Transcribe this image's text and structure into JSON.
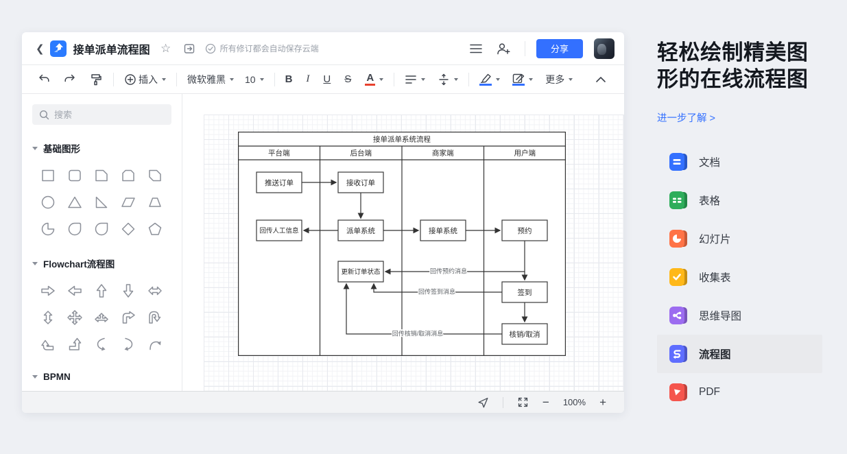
{
  "header": {
    "title": "接单派单流程图",
    "autosave_text": "所有修订都会自动保存云端",
    "share_label": "分享"
  },
  "toolbar": {
    "insert_label": "插入",
    "font_name": "微软雅黑",
    "font_size": "10",
    "bold": "B",
    "italic": "I",
    "underline": "U",
    "strike": "S",
    "font_color_letter": "A",
    "more_label": "更多"
  },
  "sidebar": {
    "search_placeholder": "搜索",
    "sections": [
      {
        "label": "基础图形"
      },
      {
        "label": "Flowchart流程图"
      },
      {
        "label": "BPMN"
      }
    ],
    "basic_shapes": [
      "square",
      "rounded-square",
      "cut-corner-square",
      "snip-top-square",
      "snip-diagonal-square",
      "circle",
      "triangle",
      "right-triangle",
      "parallelogram",
      "trapezoid",
      "pie",
      "notched-circle",
      "teardrop",
      "diamond",
      "pentagon"
    ],
    "flowchart_shapes": [
      "arrow-right",
      "arrow-left",
      "arrow-up",
      "arrow-down",
      "arrow-left-right",
      "arrow-up-down",
      "arrow-four-way",
      "arrow-t-up",
      "arrow-turn-right",
      "arrow-u-turn",
      "arrow-bend-left",
      "arrow-bend-up",
      "arrow-curve-left",
      "arrow-curve-right",
      "arrow-curve-up"
    ]
  },
  "flowchart": {
    "title": "接单派单系统流程",
    "lanes": {
      "0": "平台端",
      "1": "后台端",
      "2": "商家端",
      "3": "用户端"
    },
    "nodes": {
      "push": "推送订单",
      "receive": "接收订单",
      "manual": "回传人工信息",
      "dispatch": "派单系统",
      "take": "接单系统",
      "book": "预约",
      "update": "更新订单状态",
      "checkin": "签到",
      "verify": "核销/取消"
    },
    "edge_labels": {
      "book_msg": "回传预约消息",
      "checkin_msg": "回传签到消息",
      "verify_msg": "回传核销/取消消息"
    }
  },
  "statusbar": {
    "zoom": "100%",
    "zoom_out": "−",
    "zoom_in": "+"
  },
  "promo": {
    "heading_line1": "轻松绘制精美图",
    "heading_line2": "形的在线流程图",
    "link_label": "进一步了解 >",
    "items": [
      {
        "label": "文档",
        "color": "#3370ff"
      },
      {
        "label": "表格",
        "color": "#2ead5b"
      },
      {
        "label": "幻灯片",
        "color": "#ff7346"
      },
      {
        "label": "收集表",
        "color": "#ffb819"
      },
      {
        "label": "思维导图",
        "color": "#9c6cf0"
      },
      {
        "label": "流程图",
        "color": "#5f6eff"
      },
      {
        "label": "PDF",
        "color": "#f5554d"
      }
    ],
    "active_item": "流程图",
    "accent_color": "#3370ff"
  }
}
